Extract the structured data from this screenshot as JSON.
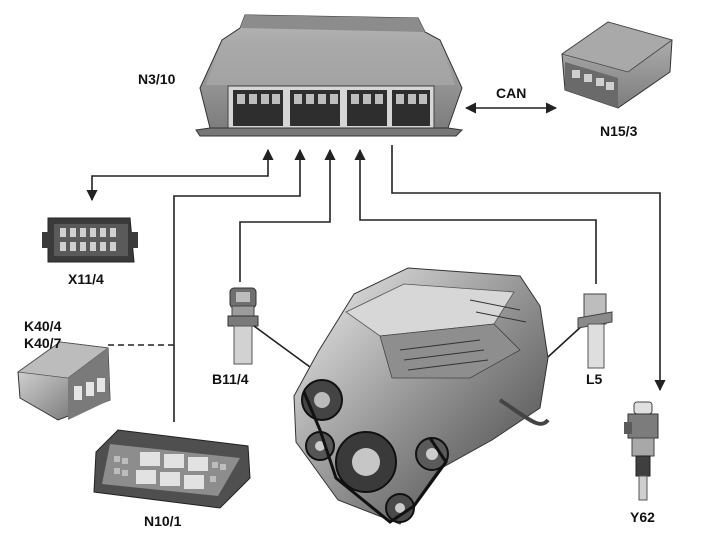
{
  "labels": {
    "ecu": "N3/10",
    "can_module": "N15/3",
    "can_bus": "CAN",
    "diag_connector": "X11/4",
    "relays": [
      "K40/4",
      "K40/7"
    ],
    "fuse_box": "N10/1",
    "sensor_left": "B11/4",
    "sensor_right": "L5",
    "injector": "Y62"
  },
  "colors": {
    "line": "#222222",
    "component_dark": "#5a5a5a",
    "component_mid": "#9a9a9a",
    "component_light": "#d8d8d8"
  }
}
